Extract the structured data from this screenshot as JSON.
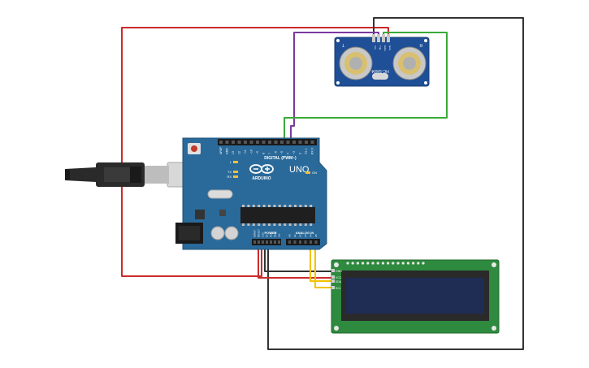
{
  "board": {
    "brand": "ARDUINO",
    "model": "UNO",
    "digital_label": "DIGITAL (PWM~)",
    "power_label": "POWER",
    "analog_label": "ANALOG IN",
    "led_l": "L",
    "led_tx": "TX",
    "led_rx": "RX",
    "led_on": "ON",
    "digital_pins": [
      "AREF",
      "GND",
      "13",
      "12",
      "~11",
      "~10",
      "~9",
      "8",
      "7",
      "~6",
      "~5",
      "4",
      "~3",
      "2",
      "TX 1",
      "RX 0"
    ],
    "power_pins": [
      "IOREF",
      "RESET",
      "3.3V",
      "5V",
      "GND",
      "GND",
      "Vin"
    ],
    "analog_pins": [
      "A0",
      "A1",
      "A2",
      "A3",
      "A4",
      "A5"
    ]
  },
  "sensor": {
    "model": "HC-SR04",
    "left_mark": "T",
    "right_mark": "R",
    "pins": [
      "Vcc",
      "Trig",
      "Echo",
      "Gnd"
    ]
  },
  "lcd": {
    "pins": [
      "GND",
      "VCC",
      "SDA",
      "SCL"
    ]
  },
  "colors": {
    "board": "#2a6a9a",
    "wire_red": "#cc2a2a",
    "wire_black": "#333333",
    "wire_purple": "#7a3aa0",
    "wire_green": "#3aaa3a",
    "wire_yellow": "#f2c200",
    "lcd_pcb": "#2e8a3e",
    "lcd_screen": "#1f2d55"
  }
}
